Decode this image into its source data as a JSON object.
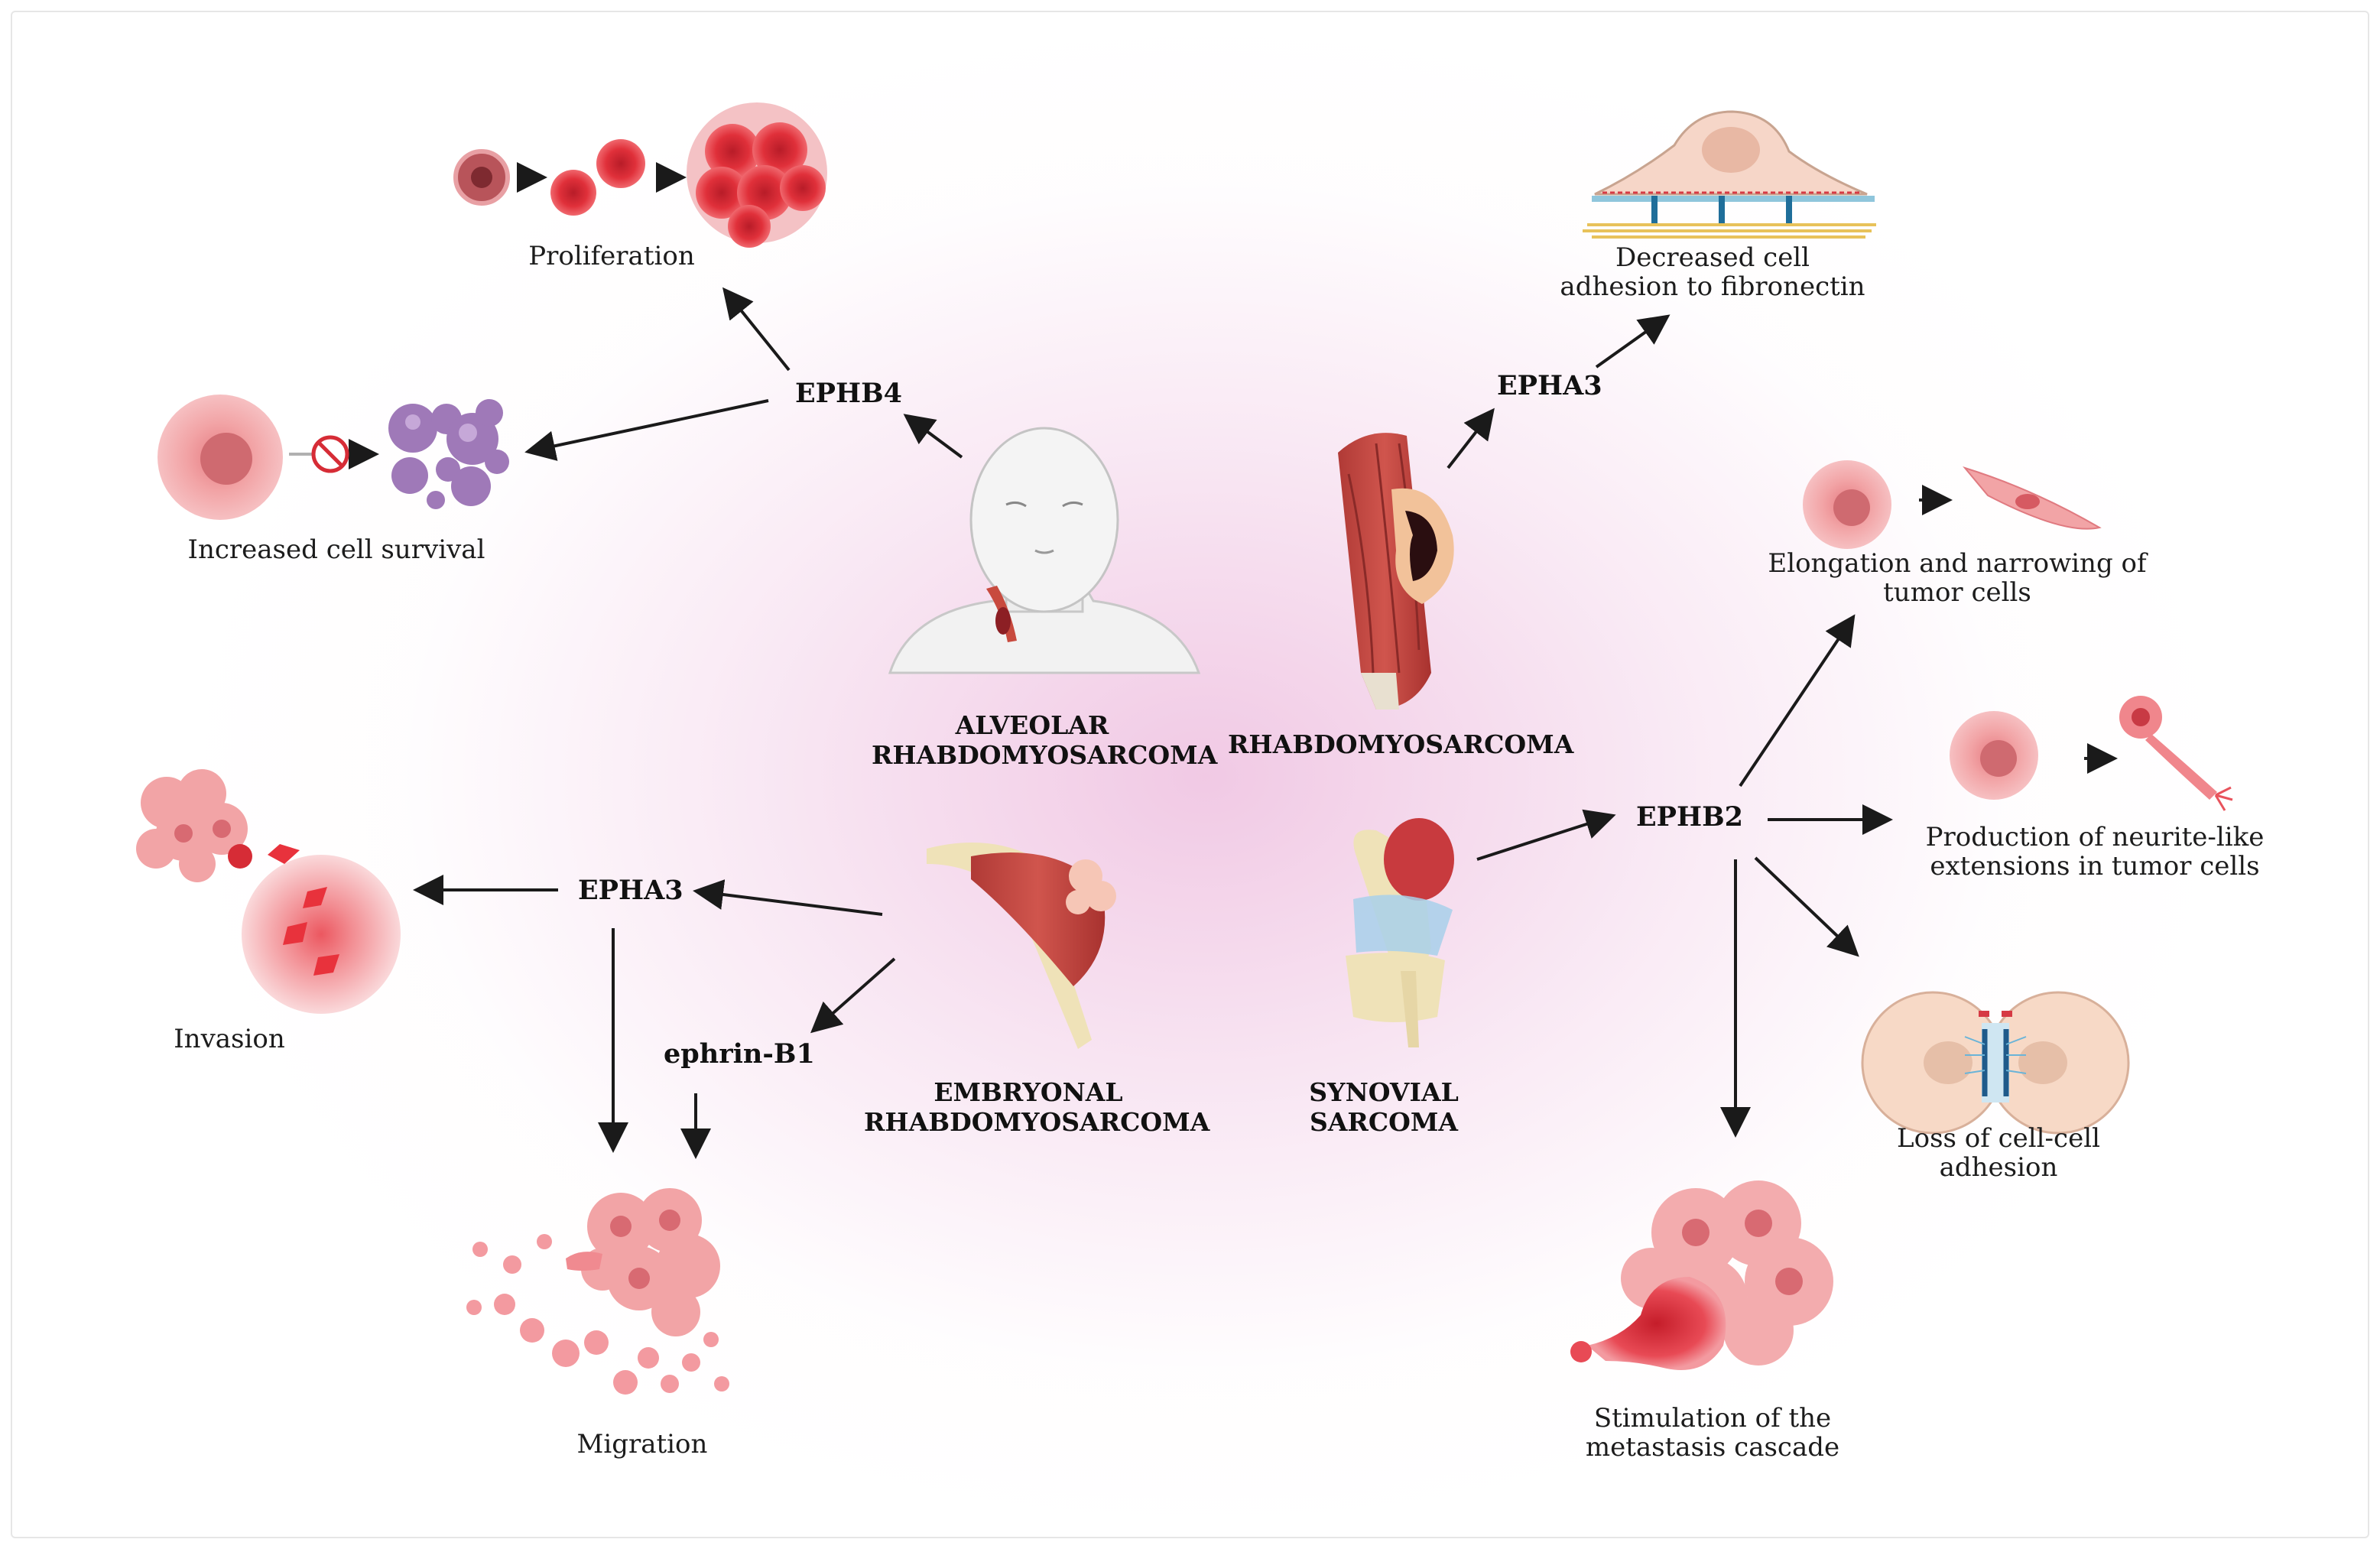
{
  "colors": {
    "arrow": "#1a1a1a",
    "background_glow": "#e8a8d4",
    "cell_red": "#e0303a",
    "cell_pink": "#f2a4a6",
    "apoptotic_purple": "#9f79b8"
  },
  "tumors": {
    "alveolar": "ALVEOLAR RHABDOMYOSARCOMA",
    "rhabdo": "RHABDOMYOSARCOMA",
    "embryonal": "EMBRYONAL RHABDOMYOSARCOMA",
    "synovial": "SYNOVIAL SARCOMA"
  },
  "genes": {
    "ephb4": "EPHB4",
    "epha3_top": "EPHA3",
    "epha3_left": "EPHA3",
    "ephrin_b1": "ephrin-B1",
    "ephb2": "EPHB2"
  },
  "effects": {
    "proliferation": "Proliferation",
    "survival": "Increased cell survival",
    "adhesion_fibronectin": "Decreased cell adhesion to fibronectin",
    "elongation": "Elongation and narrowing of tumor cells",
    "neurite": "Production of neurite-like extensions in tumor cells",
    "cell_cell": "Loss of cell-cell adhesion",
    "metastasis": "Stimulation of the metastasis cascade",
    "invasion": "Invasion",
    "migration": "Migration"
  },
  "icons": [
    "head-neck-icon",
    "leg-muscle-tumor-icon",
    "shoulder-muscle-tumor-icon",
    "knee-joint-icon",
    "cell-division-icon",
    "apoptosis-blocked-icon",
    "fibronectin-cell-icon",
    "elongated-cell-icon",
    "neurite-cell-icon",
    "cell-junction-icon",
    "metastasis-cluster-icon",
    "invasion-icon",
    "migration-cluster-icon"
  ]
}
